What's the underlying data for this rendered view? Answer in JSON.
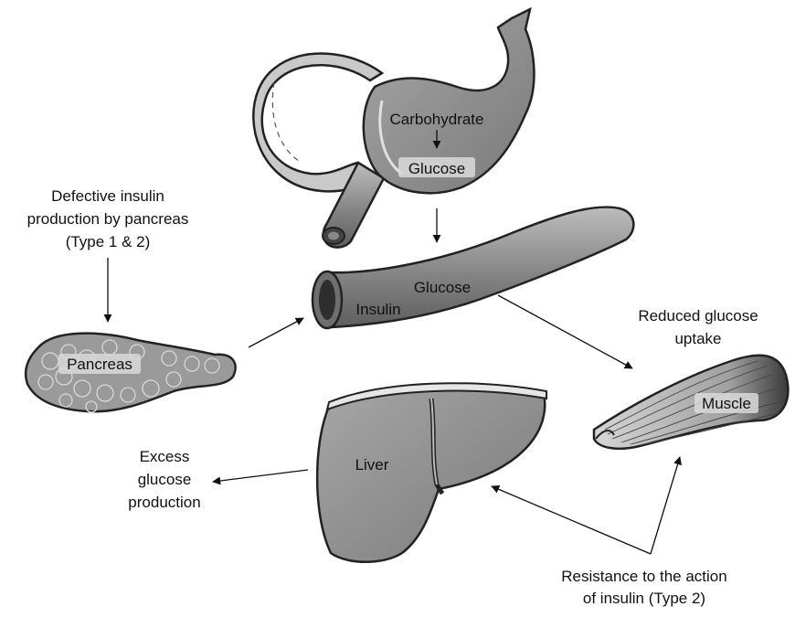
{
  "labels": {
    "defective_line1": "Defective insulin",
    "defective_line2": "production by pancreas",
    "defective_line3": "(Type 1 & 2)",
    "carbohydrate": "Carbohydrate",
    "glucose_stomach": "Glucose",
    "glucose_vessel": "Glucose",
    "insulin": "Insulin",
    "pancreas": "Pancreas",
    "reduced_line1": "Reduced glucose",
    "reduced_line2": "uptake",
    "muscle": "Muscle",
    "liver": "Liver",
    "excess_line1": "Excess",
    "excess_line2": "glucose",
    "excess_line3": "production",
    "resistance_line1": "Resistance to the action",
    "resistance_line2": "of insulin (Type 2)"
  },
  "colors": {
    "organ_fill": "#8f8f8f",
    "organ_light": "#c4c4c4",
    "outline": "#222222",
    "arrow": "#111111"
  }
}
